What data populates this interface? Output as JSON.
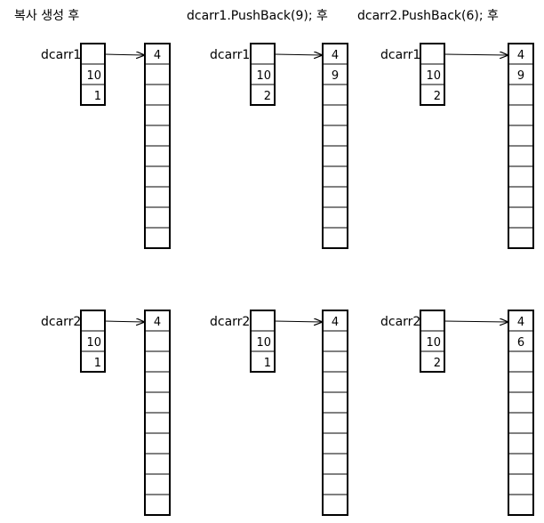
{
  "headers": [
    "복사 생성 후",
    "dcarr1.PushBack(9);  후",
    "dcarr2.PushBack(6);  후"
  ],
  "panels": [
    {
      "name": "dcarr1",
      "header": 0,
      "obj": [
        "",
        "10",
        "1"
      ],
      "arr": [
        "4",
        "",
        "",
        "",
        "",
        "",
        "",
        "",
        "",
        ""
      ]
    },
    {
      "name": "dcarr1",
      "header": 1,
      "obj": [
        "",
        "10",
        "2"
      ],
      "arr": [
        "4",
        "9",
        "",
        "",
        "",
        "",
        "",
        "",
        "",
        ""
      ]
    },
    {
      "name": "dcarr1",
      "header": 2,
      "obj": [
        "",
        "10",
        "2"
      ],
      "arr": [
        "4",
        "9",
        "",
        "",
        "",
        "",
        "",
        "",
        "",
        ""
      ]
    },
    {
      "name": "dcarr2",
      "header": 0,
      "obj": [
        "",
        "10",
        "1"
      ],
      "arr": [
        "4",
        "",
        "",
        "",
        "",
        "",
        "",
        "",
        "",
        ""
      ]
    },
    {
      "name": "dcarr2",
      "header": 1,
      "obj": [
        "",
        "10",
        "1"
      ],
      "arr": [
        "4",
        "",
        "",
        "",
        "",
        "",
        "",
        "",
        "",
        ""
      ]
    },
    {
      "name": "dcarr2",
      "header": 2,
      "obj": [
        "",
        "10",
        "2"
      ],
      "arr": [
        "4",
        "6",
        "",
        "",
        "",
        "",
        "",
        "",
        "",
        ""
      ]
    }
  ]
}
